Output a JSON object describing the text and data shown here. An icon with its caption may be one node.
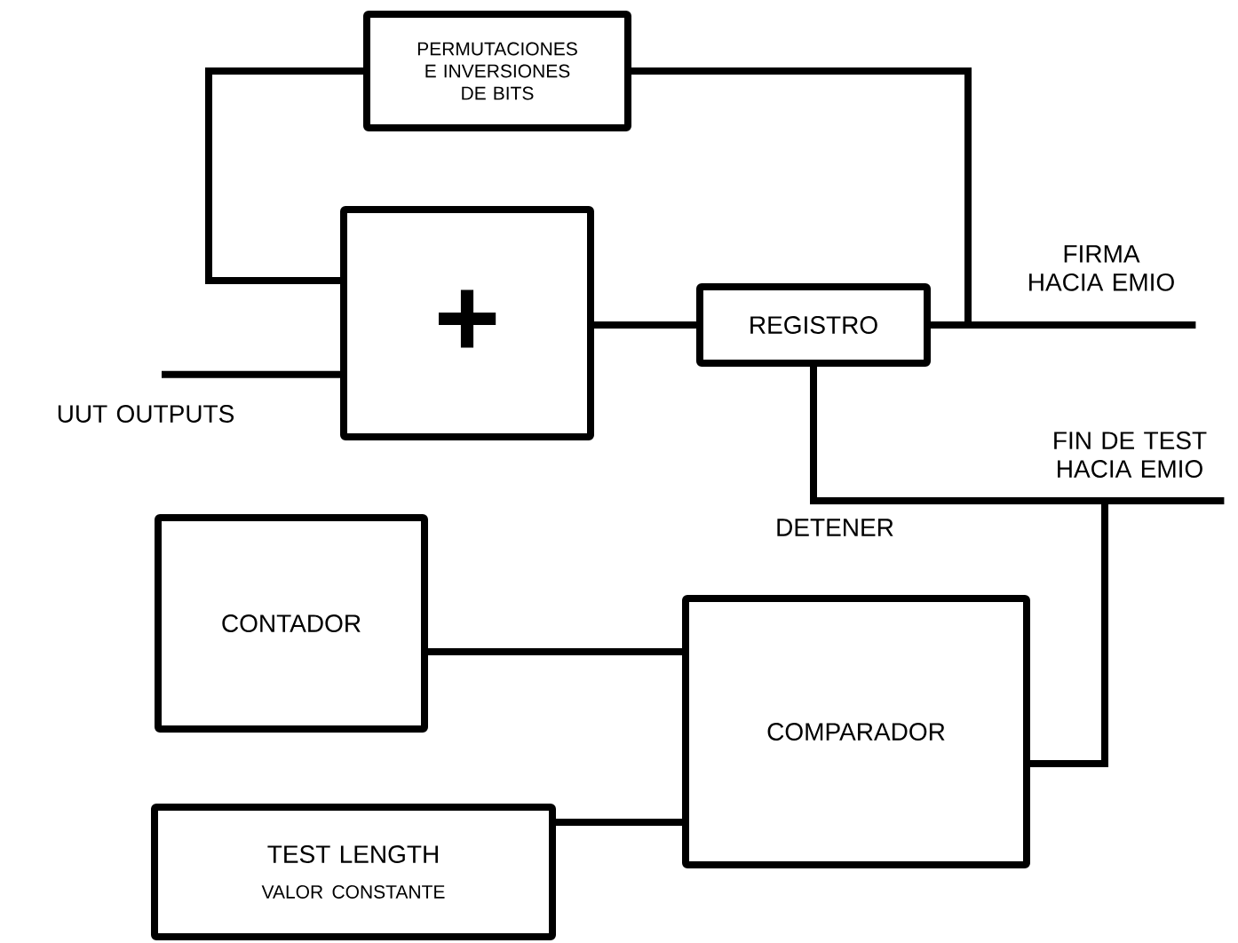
{
  "diagram": {
    "nodes": [
      {
        "text": [
          "PERMUTACIONES E INVERSIONES DE BITS"
        ]
      },
      {
        "text": [
          "+"
        ]
      },
      {
        "text": [
          "REGISTRO"
        ]
      },
      {
        "text": [
          "CONTADOR"
        ]
      },
      {
        "text": [
          "COMPARADOR"
        ]
      },
      {
        "text": [
          "TEST LENGTH",
          "VALOR CONSTANTE"
        ]
      },
      {
        "text": [
          "UUT OUTPUTS"
        ]
      },
      {
        "text": [
          "FIRMA HACIA EMIO"
        ]
      },
      {
        "text": [
          "FIN DE TEST HACIA EMIO"
        ]
      }
    ],
    "edges": [
      {
        "from": 6,
        "to": 1,
        "arrow": "none"
      },
      {
        "from": 1,
        "to": 2,
        "arrow": "none"
      },
      {
        "from": 2,
        "to": 7,
        "arrow": "none"
      },
      {
        "from": 2,
        "to": 0,
        "arrow": "none"
      },
      {
        "from": 0,
        "to": 1,
        "arrow": "none"
      },
      {
        "from": 4,
        "to": 2,
        "arrow": "none",
        "label": "DETENER"
      },
      {
        "from": 4,
        "to": 8,
        "arrow": "none"
      },
      {
        "from": 3,
        "to": 4,
        "arrow": "none"
      },
      {
        "from": 5,
        "to": 4,
        "arrow": "none"
      }
    ]
  }
}
